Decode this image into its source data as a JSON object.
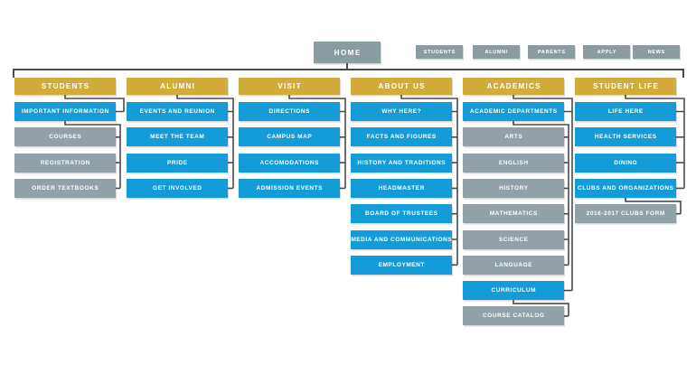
{
  "home": {
    "label": "HOME"
  },
  "top_nav": [
    {
      "label": "STUDENTS"
    },
    {
      "label": "ALUMNI"
    },
    {
      "label": "PARENTS"
    },
    {
      "label": "APPLY"
    },
    {
      "label": "NEWS"
    }
  ],
  "colors": {
    "gold": "#D1AC3B",
    "blue": "#149CD8",
    "gray": "#91A1A7",
    "slate": "#8B9CA1",
    "line": "#4A4B4D"
  },
  "columns": [
    {
      "title": "STUDENTS",
      "items": [
        {
          "label": "IMPORTANT INFORMATION",
          "style": "blue",
          "parent": "header"
        },
        {
          "label": "COURSES",
          "style": "gray",
          "parent": 0
        },
        {
          "label": "REGISTRATION",
          "style": "gray",
          "parent": 0
        },
        {
          "label": "ORDER TEXTBOOKS",
          "style": "gray",
          "parent": 0
        }
      ]
    },
    {
      "title": "ALUMNI",
      "items": [
        {
          "label": "EVENTS AND REUNION",
          "style": "blue",
          "parent": "header"
        },
        {
          "label": "MEET THE TEAM",
          "style": "blue",
          "parent": "header"
        },
        {
          "label": "PRIDE",
          "style": "blue",
          "parent": "header"
        },
        {
          "label": "GET INVOLVED",
          "style": "blue",
          "parent": "header"
        }
      ]
    },
    {
      "title": "VISIT",
      "items": [
        {
          "label": "DIRECTIONS",
          "style": "blue",
          "parent": "header"
        },
        {
          "label": "CAMPUS MAP",
          "style": "blue",
          "parent": "header"
        },
        {
          "label": "ACCOMODATIONS",
          "style": "blue",
          "parent": "header"
        },
        {
          "label": "ADMISSION EVENTS",
          "style": "blue",
          "parent": "header"
        }
      ]
    },
    {
      "title": "ABOUT US",
      "items": [
        {
          "label": "WHY HERE?",
          "style": "blue",
          "parent": "header"
        },
        {
          "label": "FACTS AND FIGURES",
          "style": "blue",
          "parent": "header"
        },
        {
          "label": "HISTORY AND TRADITIONS",
          "style": "blue",
          "parent": "header"
        },
        {
          "label": "HEADMASTER",
          "style": "blue",
          "parent": "header"
        },
        {
          "label": "BOARD OF TRUSTEES",
          "style": "blue",
          "parent": "header"
        },
        {
          "label": "MEDIA AND COMMUNICATIONS",
          "style": "blue",
          "parent": "header"
        },
        {
          "label": "EMPLOYMENT",
          "style": "blue",
          "parent": "header"
        }
      ]
    },
    {
      "title": "ACADEMICS",
      "items": [
        {
          "label": "ACADEMIC DEPARTMENTS",
          "style": "blue",
          "parent": "header"
        },
        {
          "label": "ARTS",
          "style": "gray",
          "parent": 0
        },
        {
          "label": "ENGLISH",
          "style": "gray",
          "parent": 0
        },
        {
          "label": "HISTORY",
          "style": "gray",
          "parent": 0
        },
        {
          "label": "MATHEMATICS",
          "style": "gray",
          "parent": 0
        },
        {
          "label": "SCIENCE",
          "style": "gray",
          "parent": 0
        },
        {
          "label": "LANGUAGE",
          "style": "gray",
          "parent": 0
        },
        {
          "label": "CURRICULUM",
          "style": "blue",
          "parent": "header"
        },
        {
          "label": "COURSE CATALOG",
          "style": "gray",
          "parent": 7
        }
      ]
    },
    {
      "title": "STUDENT LIFE",
      "items": [
        {
          "label": "LIFE HERE",
          "style": "blue",
          "parent": "header"
        },
        {
          "label": "HEALTH SERVICES",
          "style": "blue",
          "parent": "header"
        },
        {
          "label": "DINING",
          "style": "blue",
          "parent": "header"
        },
        {
          "label": "CLUBS AND ORGANIZATIONS",
          "style": "blue",
          "parent": "header"
        },
        {
          "label": "2016-2017 CLUBS FORM",
          "style": "gray",
          "parent": 3
        }
      ]
    }
  ]
}
